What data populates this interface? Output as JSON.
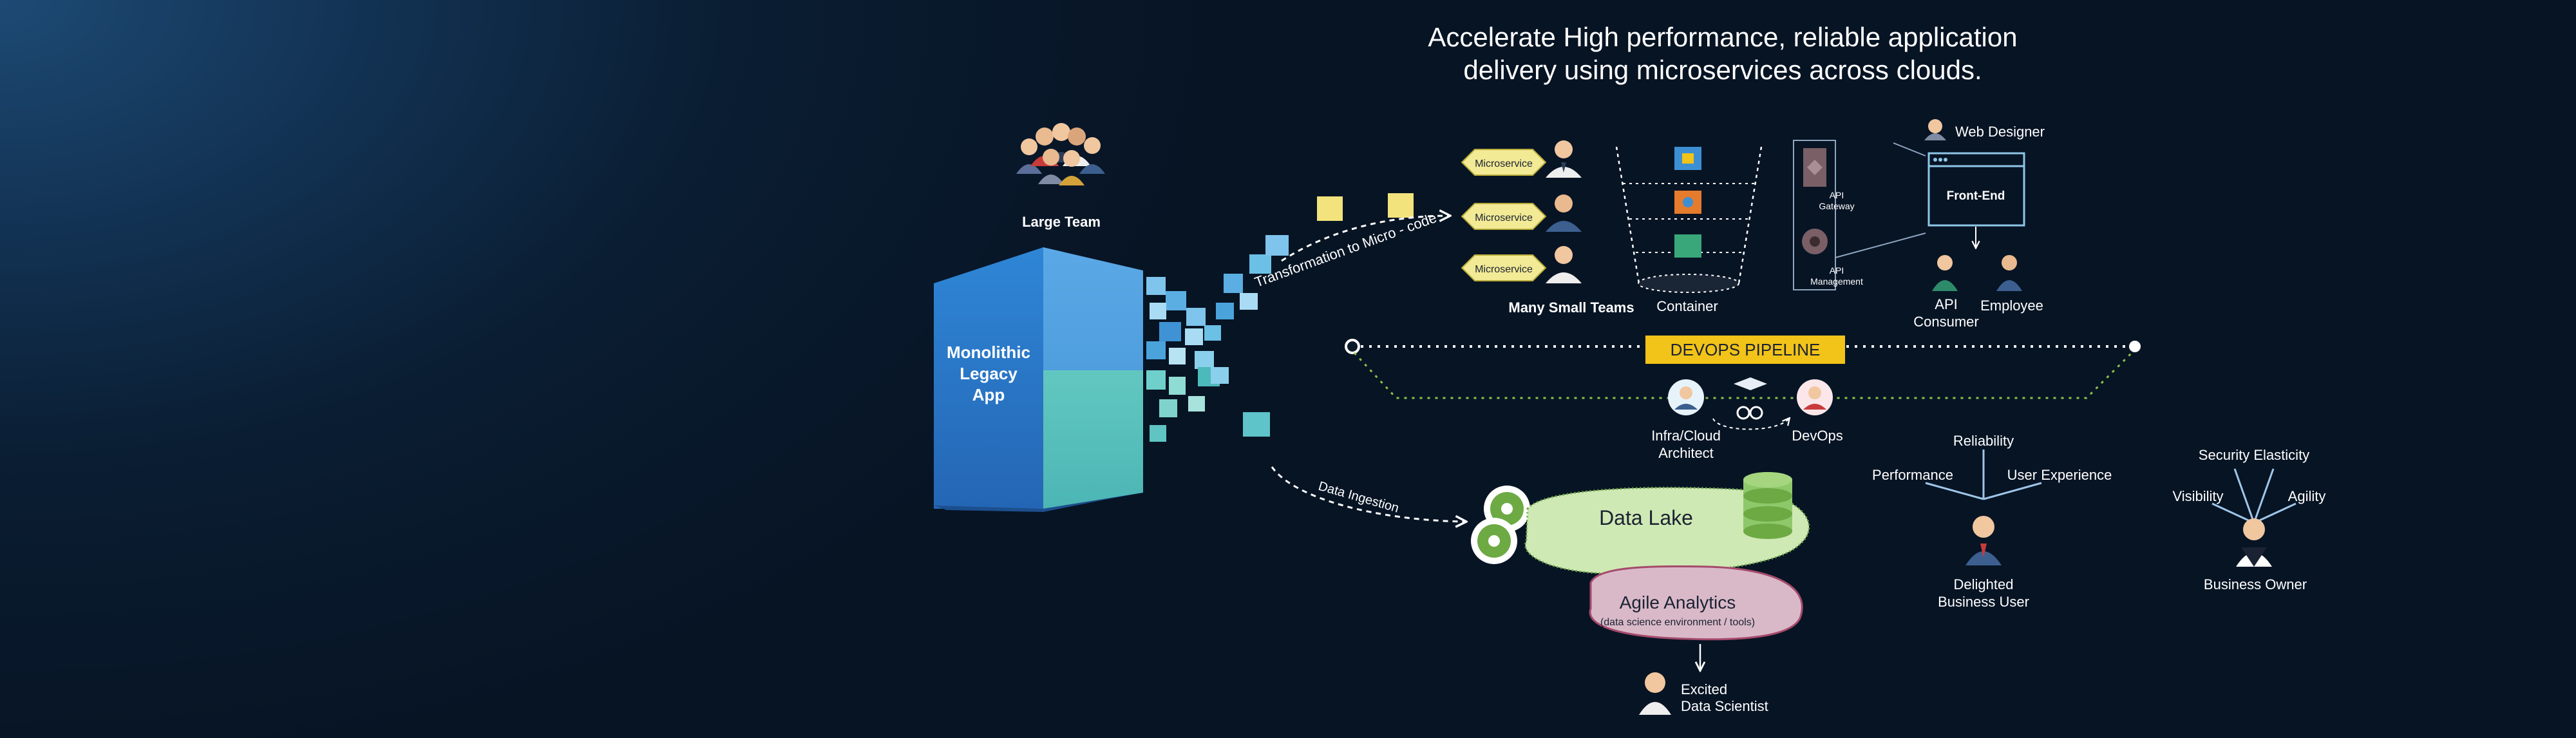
{
  "headline": {
    "line1": "Accelerate High performance, reliable application",
    "line2": "delivery using microservices across clouds."
  },
  "large_team": {
    "label": "Large Team"
  },
  "monolith": {
    "line1": "Monolithic",
    "line2": "Legacy",
    "line3": "App"
  },
  "transformation_label": "Transformation to Micro - code",
  "data_ingestion_label": "Data Ingestion",
  "microservices": {
    "labels": [
      "Microservice",
      "Microservice",
      "Microservice"
    ],
    "caption": "Many Small Teams"
  },
  "container": {
    "label": "Container"
  },
  "api": {
    "gateway_line1": "API",
    "gateway_line2": "Gateway",
    "management_line1": "API",
    "management_line2": "Management"
  },
  "frontend": {
    "label": "Front-End",
    "web_designer": "Web Designer",
    "api_consumer_line1": "API",
    "api_consumer_line2": "Consumer",
    "employee": "Employee"
  },
  "devops": {
    "banner": "DEVOPS PIPELINE",
    "architect_line1": "Infra/Cloud",
    "architect_line2": "Architect",
    "devops_label": "DevOps"
  },
  "data_lake": {
    "label": "Data Lake"
  },
  "analytics": {
    "title": "Agile Analytics",
    "subtitle": "(data science environment / tools)"
  },
  "data_scientist": {
    "line1": "Excited",
    "line2": "Data Scientist"
  },
  "business_user": {
    "qualities": [
      "Reliability",
      "Performance",
      "User Experience"
    ],
    "line1": "Delighted",
    "line2": "Business User"
  },
  "business_owner": {
    "qualities": [
      "Security Elasticity",
      "Visibility",
      "Agility"
    ],
    "label": "Business Owner"
  },
  "colors": {
    "banner": "#f2c318",
    "microservice": "#f2ea95",
    "cube_front": "#2e78c4",
    "cube_side": "#5bc2bd",
    "lake": "#cfe9b4",
    "analytics": "#d9b9c8"
  }
}
